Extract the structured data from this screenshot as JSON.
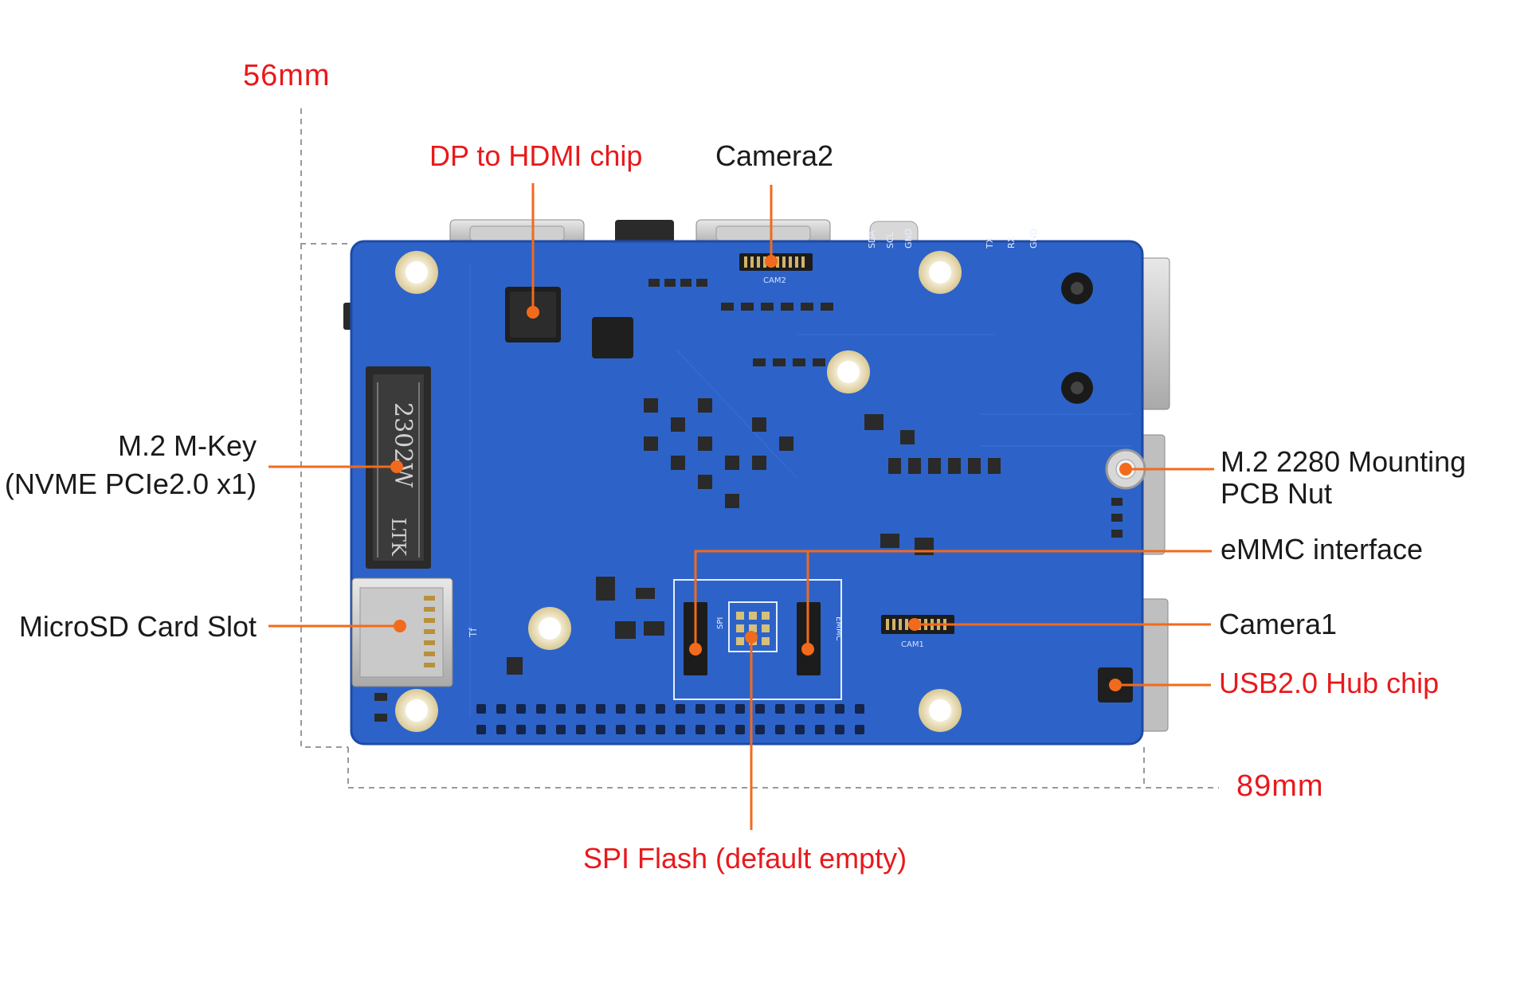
{
  "dimensions": {
    "height": "56mm",
    "width": "89mm"
  },
  "labels": {
    "dp_hdmi": "DP to HDMI chip",
    "camera2": "Camera2",
    "m2_mkey_line1": "M.2 M-Key",
    "m2_mkey_line2": "(NVME PCIe2.0 x1)",
    "microsd": "MicroSD Card Slot",
    "mount_nut_line1": "M.2 2280 Mounting",
    "mount_nut_line2": "PCB Nut",
    "emmc": "eMMC interface",
    "camera1": "Camera1",
    "usb_hub": "USB2.0 Hub chip",
    "spi_flash": "SPI Flash (default empty)"
  },
  "board_marks": {
    "m2_slot_text": "2302W",
    "m2_slot_sub": "LTK",
    "cam2": "CAM2",
    "cam1": "CAM1",
    "spi": "SPI",
    "emmc": "EMMC",
    "tf": "Tf",
    "pins": [
      "SDA",
      "SCL",
      "GND",
      "TX",
      "RX",
      "GND"
    ]
  },
  "colors": {
    "board": "#2d63c8",
    "board_dark": "#1e4aa6",
    "accent_red": "#e8191c",
    "leader_orange": "#f26a1b",
    "text": "#1a1a1a"
  }
}
